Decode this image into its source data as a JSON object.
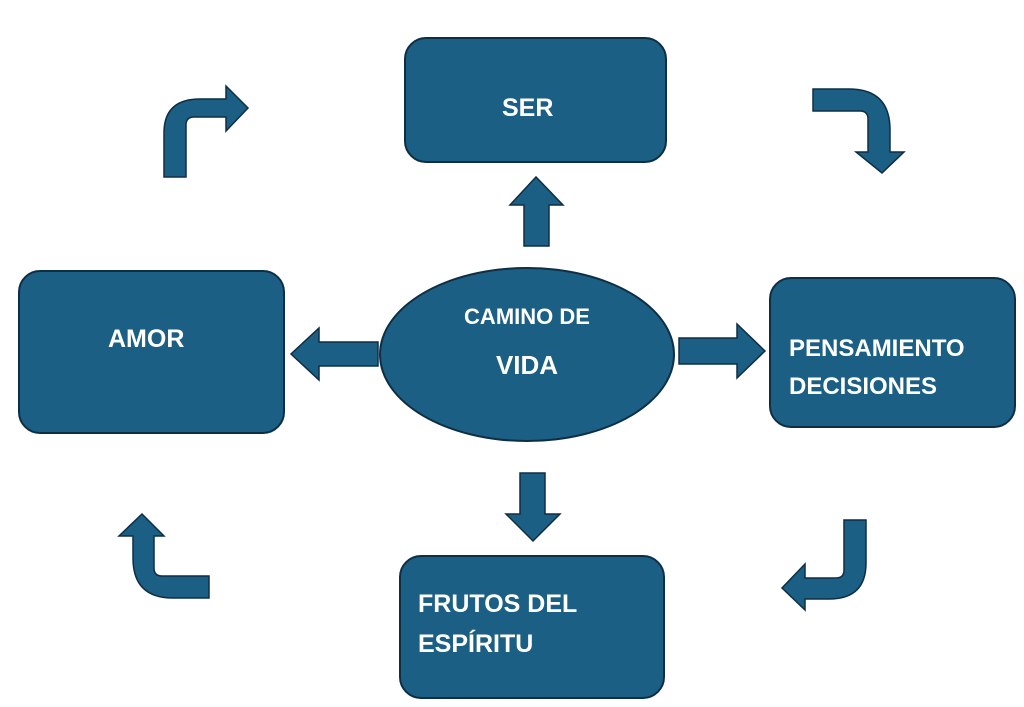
{
  "diagram": {
    "center": {
      "line1": "CAMINO DE",
      "line2": "VIDA"
    },
    "nodes": {
      "ser": {
        "label": "SER"
      },
      "amor": {
        "label": "AMOR"
      },
      "pensamiento": {
        "line1": "PENSAMIENTO",
        "line2": "DECISIONES"
      },
      "frutos": {
        "line1": "FRUTOS DEL",
        "line2": "ESPÍRITU"
      }
    }
  },
  "colors": {
    "fill": "#1c5f84",
    "outline": "#0e2e44",
    "text": "#ffffff"
  }
}
